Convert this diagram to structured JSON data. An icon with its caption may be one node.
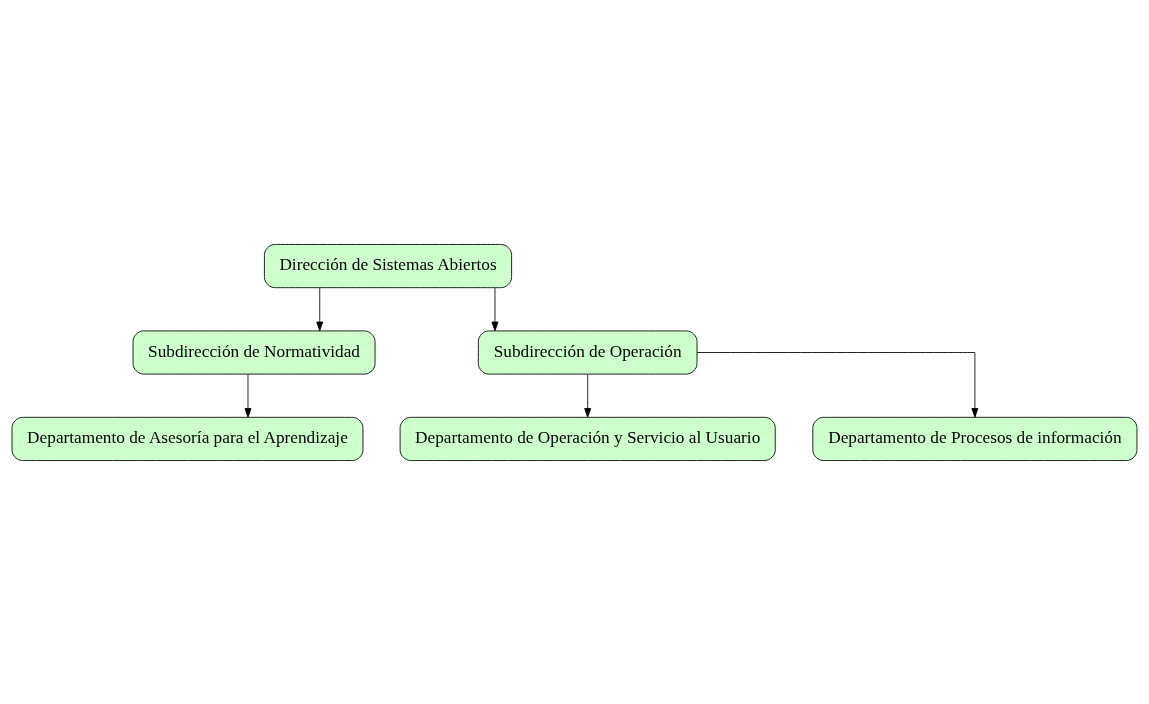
{
  "diagram": {
    "nodes": [
      {
        "text": [
          "Dirección de Sistemas Abiertos"
        ]
      },
      {
        "text": [
          "Subdirección de Normatividad"
        ]
      },
      {
        "text": [
          "Subdirección de Operación"
        ]
      },
      {
        "text": [
          "Departamento de Asesoría para el Aprendizaje"
        ]
      },
      {
        "text": [
          "Departamento de Operación y Servicio al Usuario"
        ]
      },
      {
        "text": [
          "Departamento de Procesos de información"
        ]
      }
    ],
    "edges": [
      {
        "from": 0,
        "to": 1,
        "arrow": "to"
      },
      {
        "from": 0,
        "to": 2,
        "arrow": "to"
      },
      {
        "from": 1,
        "to": 3,
        "arrow": "to"
      },
      {
        "from": 2,
        "to": 4,
        "arrow": "to"
      },
      {
        "from": 2,
        "to": 5,
        "arrow": "to"
      }
    ]
  }
}
